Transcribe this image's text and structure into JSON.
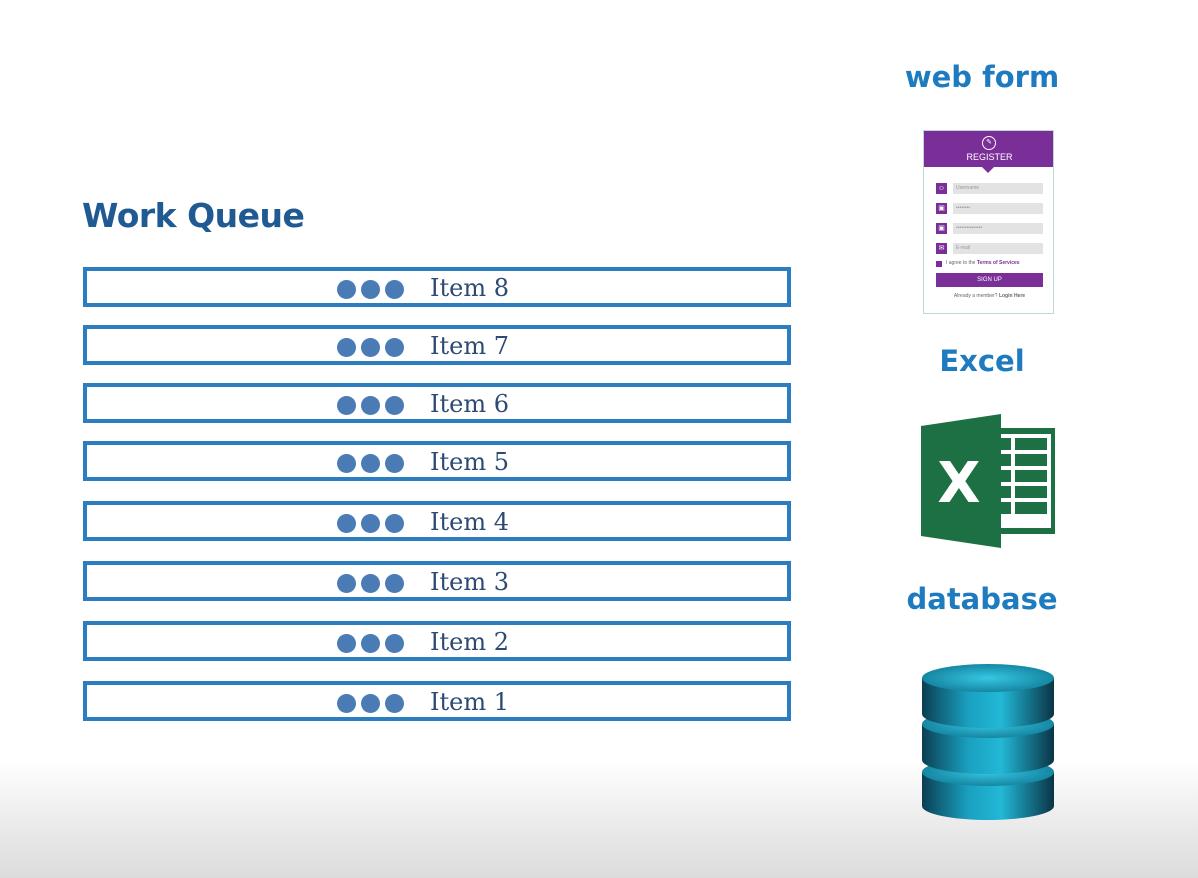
{
  "queue": {
    "title": "Work Queue",
    "items": [
      "Item 8",
      "Item 7",
      "Item 6",
      "Item 5",
      "Item 4",
      "Item 3",
      "Item 2",
      "Item 1"
    ]
  },
  "sources": {
    "web_form": {
      "title": "web form",
      "form_title": "REGISTER",
      "fields": [
        "Username",
        "••••••••",
        "•••••••••••••••",
        "E-mail"
      ],
      "terms_prefix": "I agree to the ",
      "terms_link": "Terms of Services",
      "button": "SIGN UP",
      "login_prefix": "Already a member? ",
      "login_link": "Login Here"
    },
    "excel": {
      "title": "Excel",
      "letter": "X"
    },
    "database": {
      "title": "database"
    }
  },
  "colors": {
    "title": "#1f5a93",
    "row_border": "#2b7dc0",
    "dot": "#4a7bb5",
    "source_title": "#1e7bbf",
    "form_purple": "#7a2e98",
    "excel_green": "#1d7044",
    "db_teal": "#1aa0c0"
  }
}
